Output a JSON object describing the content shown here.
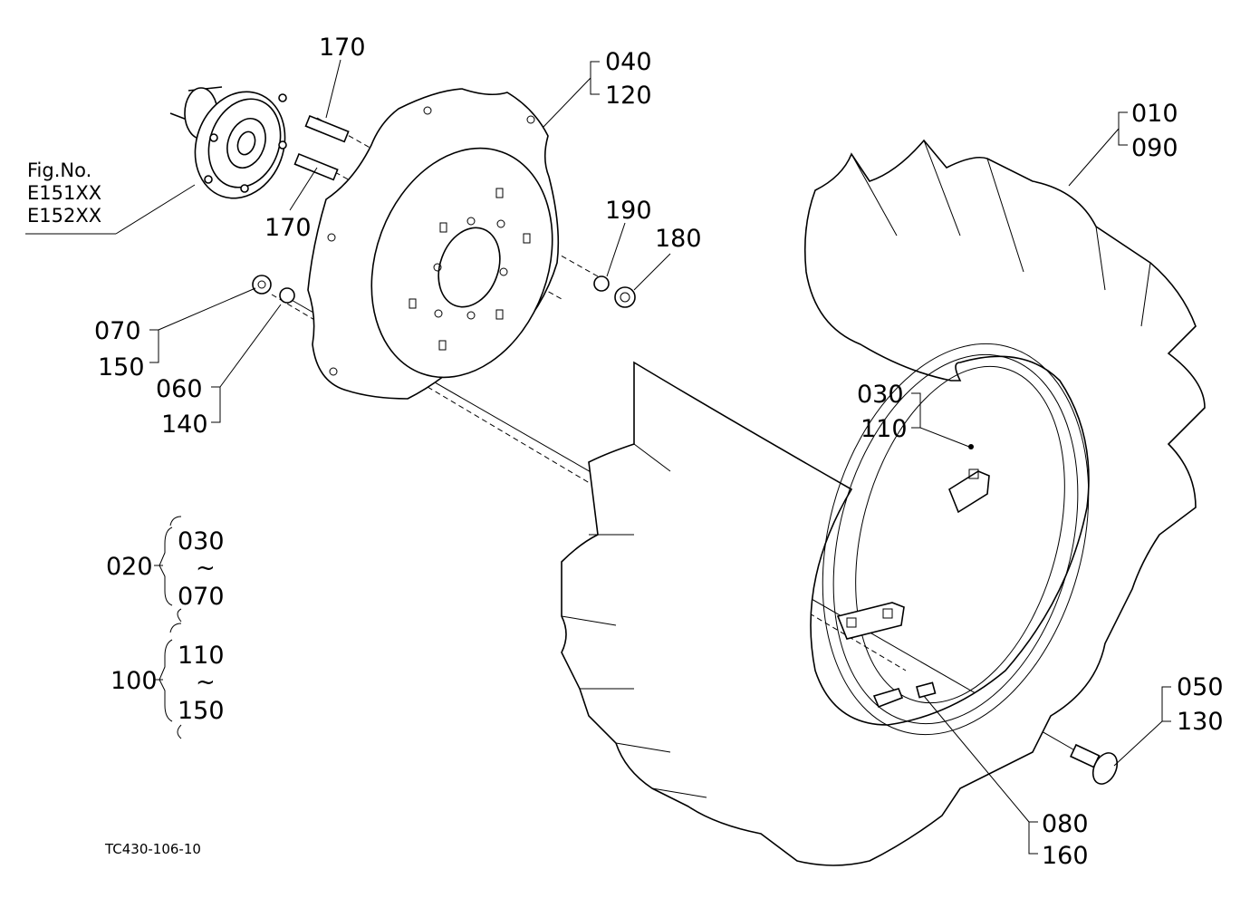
{
  "figure_ref": {
    "caption": "Fig.No.",
    "codes": [
      "E151XX",
      "E152XX"
    ]
  },
  "callouts": {
    "c170_top": "170",
    "c170_bottom": "170",
    "c040": "040",
    "c120": "120",
    "c010": "010",
    "c090": "090",
    "c190": "190",
    "c180": "180",
    "c070": "070",
    "c150": "150",
    "c060": "060",
    "c140": "140",
    "c030": "030",
    "c110": "110",
    "c050": "050",
    "c130": "130",
    "c080": "080",
    "c160": "160"
  },
  "assemblies": [
    {
      "id": "020",
      "from": "030",
      "tilde": "~",
      "to": "070"
    },
    {
      "id": "100",
      "from": "110",
      "tilde": "~",
      "to": "150"
    }
  ],
  "drawing_code": "TC430-106-10"
}
